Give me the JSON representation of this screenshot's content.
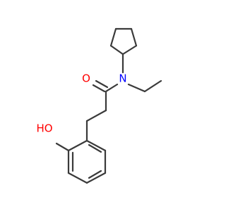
{
  "molecule": {
    "atoms": {
      "oxygen_carbonyl": "O",
      "nitrogen": "N",
      "hydroxyl": "HO"
    },
    "colors": {
      "bond": "#3a3a3a",
      "oxygen": "#ff0000",
      "nitrogen": "#0000ff",
      "background": "#ffffff"
    }
  }
}
